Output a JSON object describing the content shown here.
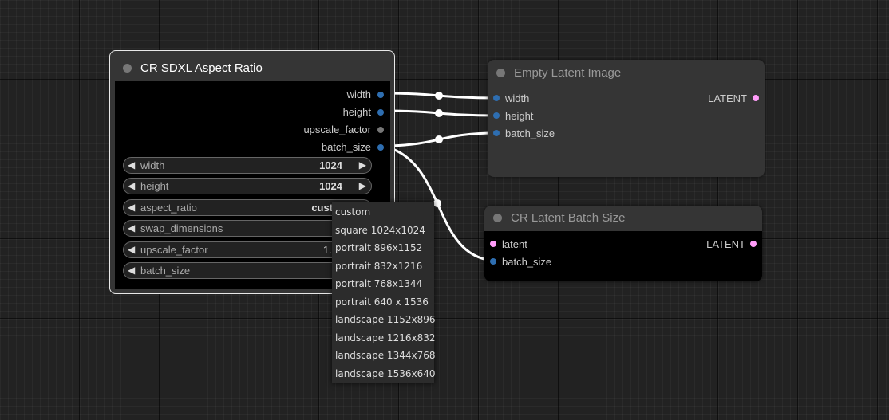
{
  "colors": {
    "int_slot": "#2e6eb1",
    "float_slot": "#777777",
    "latent_slot": "#ff9cf9",
    "link": "#ffffff",
    "canvas_bg": "#222222"
  },
  "sdxl_node": {
    "title": "CR SDXL Aspect Ratio",
    "outputs": [
      {
        "label": "width",
        "type": "INT"
      },
      {
        "label": "height",
        "type": "INT"
      },
      {
        "label": "upscale_factor",
        "type": "FLOAT"
      },
      {
        "label": "batch_size",
        "type": "INT"
      }
    ],
    "widgets": [
      {
        "label": "width",
        "value": "1024"
      },
      {
        "label": "height",
        "value": "1024"
      },
      {
        "label": "aspect_ratio",
        "value": "custo"
      },
      {
        "label": "swap_dimensions",
        "value": ""
      },
      {
        "label": "upscale_factor",
        "value": "1.0"
      },
      {
        "label": "batch_size",
        "value": ""
      }
    ]
  },
  "empty_latent_node": {
    "title": "Empty Latent Image",
    "inputs": [
      "width",
      "height",
      "batch_size"
    ],
    "output": "LATENT"
  },
  "batch_size_node": {
    "title": "CR Latent Batch Size",
    "inputs": [
      "latent",
      "batch_size"
    ],
    "output": "LATENT"
  },
  "aspect_ratio_menu": {
    "items": [
      "custom",
      "square 1024x1024",
      "portrait 896x1152",
      "portrait 832x1216",
      "portrait 768x1344",
      "portrait 640 x 1536",
      "landscape 1152x896",
      "landscape 1216x832",
      "landscape 1344x768",
      "landscape 1536x640"
    ]
  }
}
